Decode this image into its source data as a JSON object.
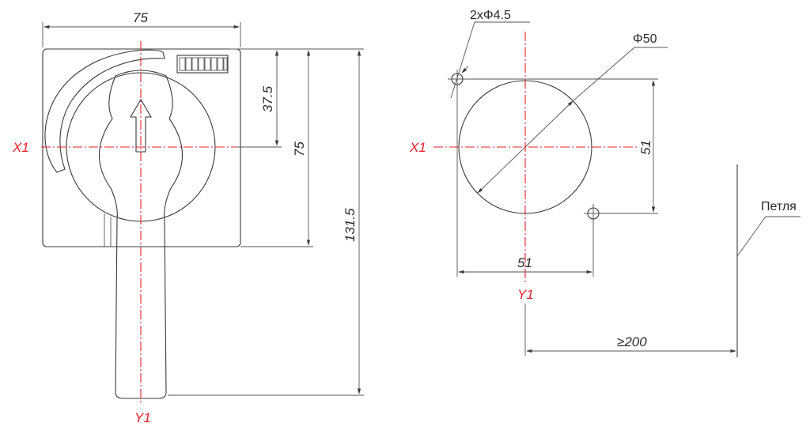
{
  "colors": {
    "axis": "#e8202a",
    "line": "#3a3a3a"
  },
  "left_view": {
    "dim_width": "75",
    "dim_half_height": "37.5",
    "dim_height": "75",
    "dim_total_height": "131.5",
    "axis_x_label": "X1",
    "axis_y_label": "Y1"
  },
  "right_view": {
    "dim_holes": "2xΦ4.5",
    "dim_diameter": "Φ50",
    "dim_vertical": "51",
    "dim_horizontal": "51",
    "dim_distance": "≥200",
    "axis_x_label": "X1",
    "axis_y_label": "Y1",
    "hinge_label": "Петля"
  }
}
